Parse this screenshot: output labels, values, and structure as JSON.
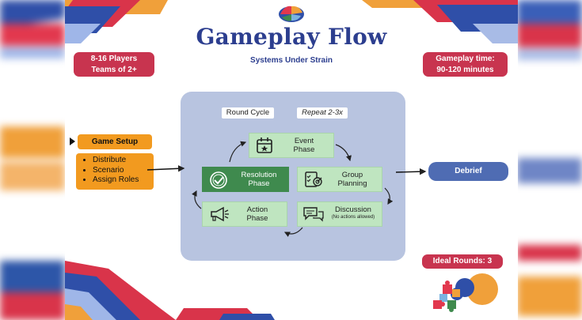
{
  "logo": {
    "icon": "puzzle-globe-logo"
  },
  "header": {
    "title": "Gameplay Flow",
    "subtitle": "Systems Under Strain"
  },
  "players": {
    "line1": "8-16 Players",
    "line2": "Teams of 2+"
  },
  "time": {
    "line1": "Gameplay time:",
    "line2": "90-120 minutes"
  },
  "cycle": {
    "round_label": "Round Cycle",
    "repeat_label": "Repeat 2-3x",
    "phases": {
      "event": {
        "line1": "Event",
        "line2": "Phase",
        "icon": "calendar-icon"
      },
      "resolution": {
        "line1": "Resolution",
        "line2": "Phase",
        "icon": "check-circle-icon"
      },
      "planning": {
        "line1": "Group",
        "line2": "Planning",
        "icon": "checklist-target-icon"
      },
      "action": {
        "line1": "Action",
        "line2": "Phase",
        "icon": "megaphone-icon"
      },
      "discussion": {
        "line1": "Discussion",
        "line2": "(No actions allowed)",
        "icon": "chat-bubbles-icon"
      }
    }
  },
  "setup": {
    "title": "Game Setup",
    "items": [
      "Distribute",
      "Scenario",
      "Assign Roles"
    ]
  },
  "debrief": {
    "label": "Debrief"
  },
  "rounds": {
    "label": "Ideal Rounds: 3"
  },
  "colors": {
    "navy": "#2c3e8f",
    "red": "#c8344f",
    "orange": "#f29a1f",
    "light_green": "#bfe5c0",
    "dark_green": "#3f8a4e",
    "flow_bg": "#b8c4e0",
    "debrief_blue": "#4f6cb3"
  }
}
